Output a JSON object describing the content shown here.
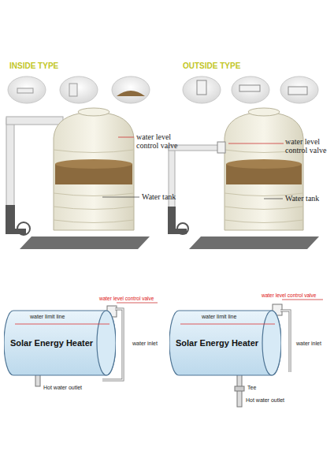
{
  "diagram": {
    "nodes": [
      {
        "text": [
          "Solar Energy Heater"
        ]
      },
      {
        "text": [
          "Solar Energy Heater"
        ]
      }
    ],
    "labels": [
      "INSIDE TYPE",
      "OUTSIDE TYPE",
      "water level control valve",
      "Water tank",
      "water level control valve",
      "Water tank",
      "water level control valve",
      "water limit line",
      "water inlet",
      "Hot water outlet",
      "water level control valve",
      "water limit line",
      "water inlet",
      "Tee",
      "Hot water outlet"
    ]
  }
}
